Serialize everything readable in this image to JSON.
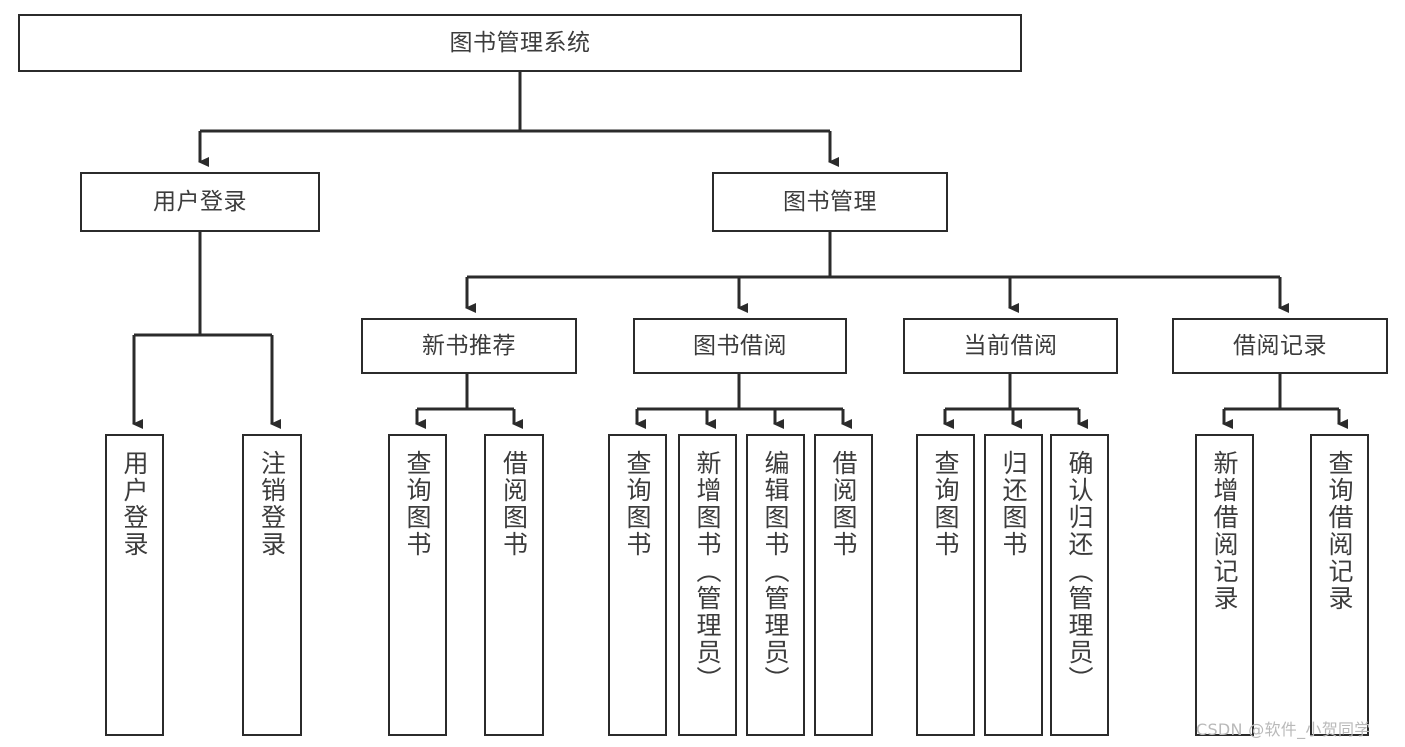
{
  "diagram": {
    "title": "图书管理系统",
    "type": "tree-hierarchy-diagram",
    "colors": {
      "box_border": "#2b2b2b",
      "box_fill": "#ffffff",
      "text": "#3c3c3c",
      "connector": "#2b2b2b",
      "background": "#ffffff",
      "watermark": "#b9b9b9"
    },
    "root": {
      "label": "图书管理系统"
    },
    "level2": [
      {
        "label": "用户登录"
      },
      {
        "label": "图书管理"
      }
    ],
    "level3": [
      {
        "label": "新书推荐"
      },
      {
        "label": "图书借阅"
      },
      {
        "label": "当前借阅"
      },
      {
        "label": "借阅记录"
      }
    ],
    "leaves": {
      "user_login": [
        {
          "label": "用户登录"
        },
        {
          "label": "注销登录"
        }
      ],
      "new_book_recommend": [
        {
          "label": "查询图书"
        },
        {
          "label": "借阅图书"
        }
      ],
      "book_borrow": [
        {
          "label": "查询图书"
        },
        {
          "label": "新增图书（管理员）"
        },
        {
          "label": "编辑图书（管理员）"
        },
        {
          "label": "借阅图书"
        }
      ],
      "current_borrow": [
        {
          "label": "查询图书"
        },
        {
          "label": "归还图书"
        },
        {
          "label": "确认归还（管理员）"
        }
      ],
      "borrow_record": [
        {
          "label": "新增借阅记录"
        },
        {
          "label": "查询借阅记录"
        }
      ]
    }
  },
  "watermark": {
    "text": "CSDN @软件_小贺同学"
  }
}
